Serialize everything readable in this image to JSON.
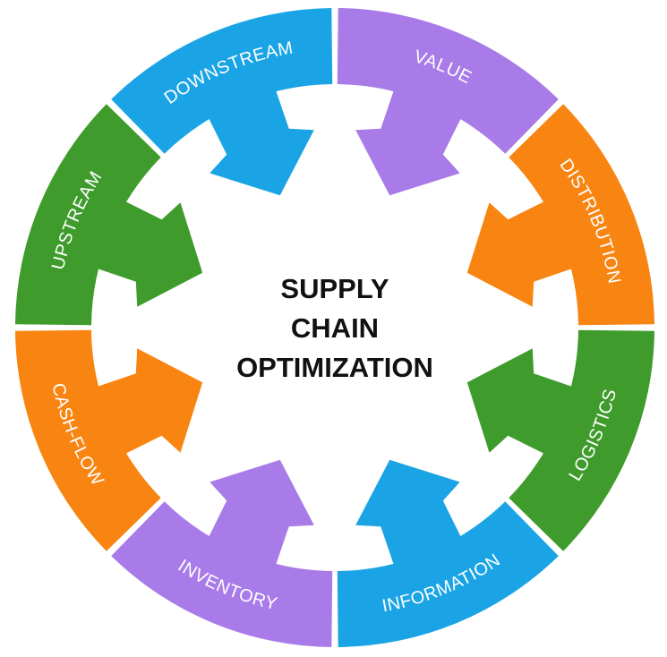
{
  "center": {
    "line1": "SUPPLY",
    "line2": "CHAIN",
    "line3": "OPTIMIZATION"
  },
  "segments": [
    {
      "label": "VALUE",
      "color": "#a87be8"
    },
    {
      "label": "DISTRIBUTION",
      "color": "#f88512"
    },
    {
      "label": "LOGISTICS",
      "color": "#3f9c2c"
    },
    {
      "label": "INFORMATION",
      "color": "#1aa4e6"
    },
    {
      "label": "INVENTORY",
      "color": "#a87be8"
    },
    {
      "label": "CASH-FLOW",
      "color": "#f88512"
    },
    {
      "label": "UPSTREAM",
      "color": "#3f9c2c"
    },
    {
      "label": "DOWNSTREAM",
      "color": "#1aa4e6"
    }
  ]
}
